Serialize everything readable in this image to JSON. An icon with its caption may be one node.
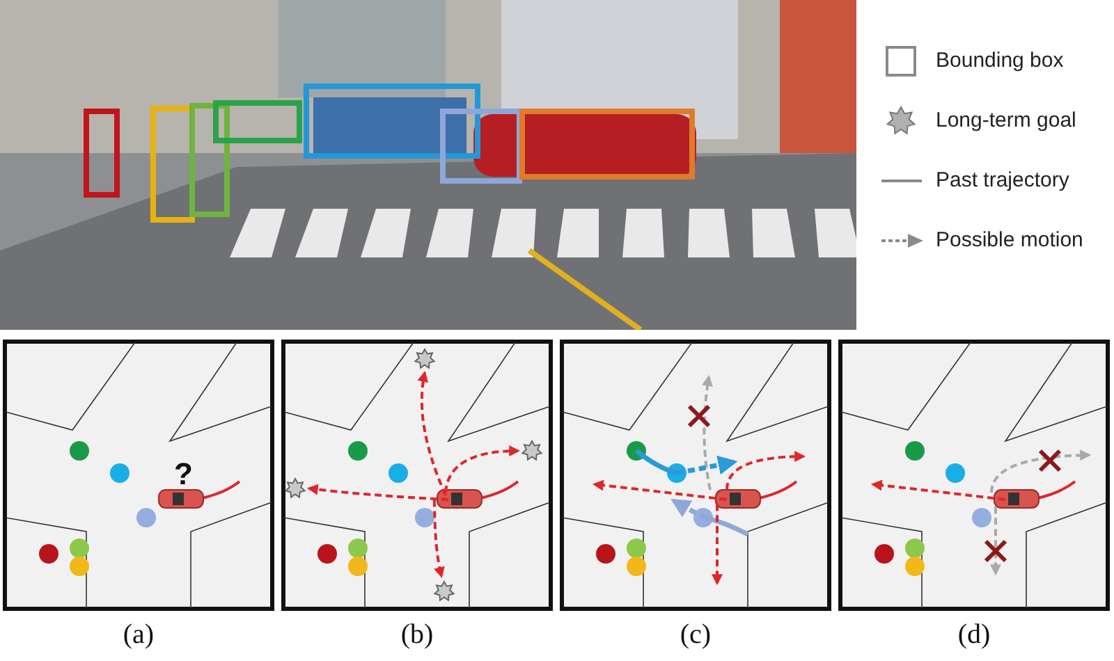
{
  "diagram": {
    "labels": [
      "?",
      "(a)",
      "(b)",
      "(c)",
      "(d)"
    ],
    "legend": [
      {
        "text": "Bounding box"
      },
      {
        "text": "Long-term goal"
      },
      {
        "text": "Past trajectory"
      },
      {
        "text": "Possible motion"
      }
    ]
  }
}
